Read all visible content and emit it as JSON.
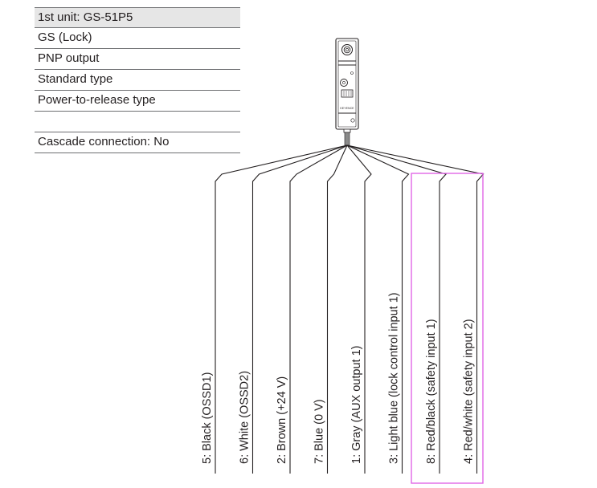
{
  "spec_table": {
    "rows": [
      "1st unit: GS-51P5",
      "GS (Lock)",
      "PNP output",
      "Standard type",
      "Power-to-release type",
      "",
      "Cascade connection: No"
    ]
  },
  "device": {
    "brand": "KEYENCE"
  },
  "wires": [
    {
      "label": "5: Black (OSSD1)"
    },
    {
      "label": "6: White (OSSD2)"
    },
    {
      "label": "2: Brown (+24 V)"
    },
    {
      "label": "7: Blue (0 V)"
    },
    {
      "label": "1: Gray (AUX output 1)"
    },
    {
      "label": "3: Light blue (lock control input 1)"
    },
    {
      "label": "8: Red/black (safety input 1)"
    },
    {
      "label": "4: Red/white (safety input 2)"
    }
  ],
  "colors": {
    "highlight": "#e066e6",
    "line": "#231f20",
    "header_bg": "#e6e6e6"
  }
}
